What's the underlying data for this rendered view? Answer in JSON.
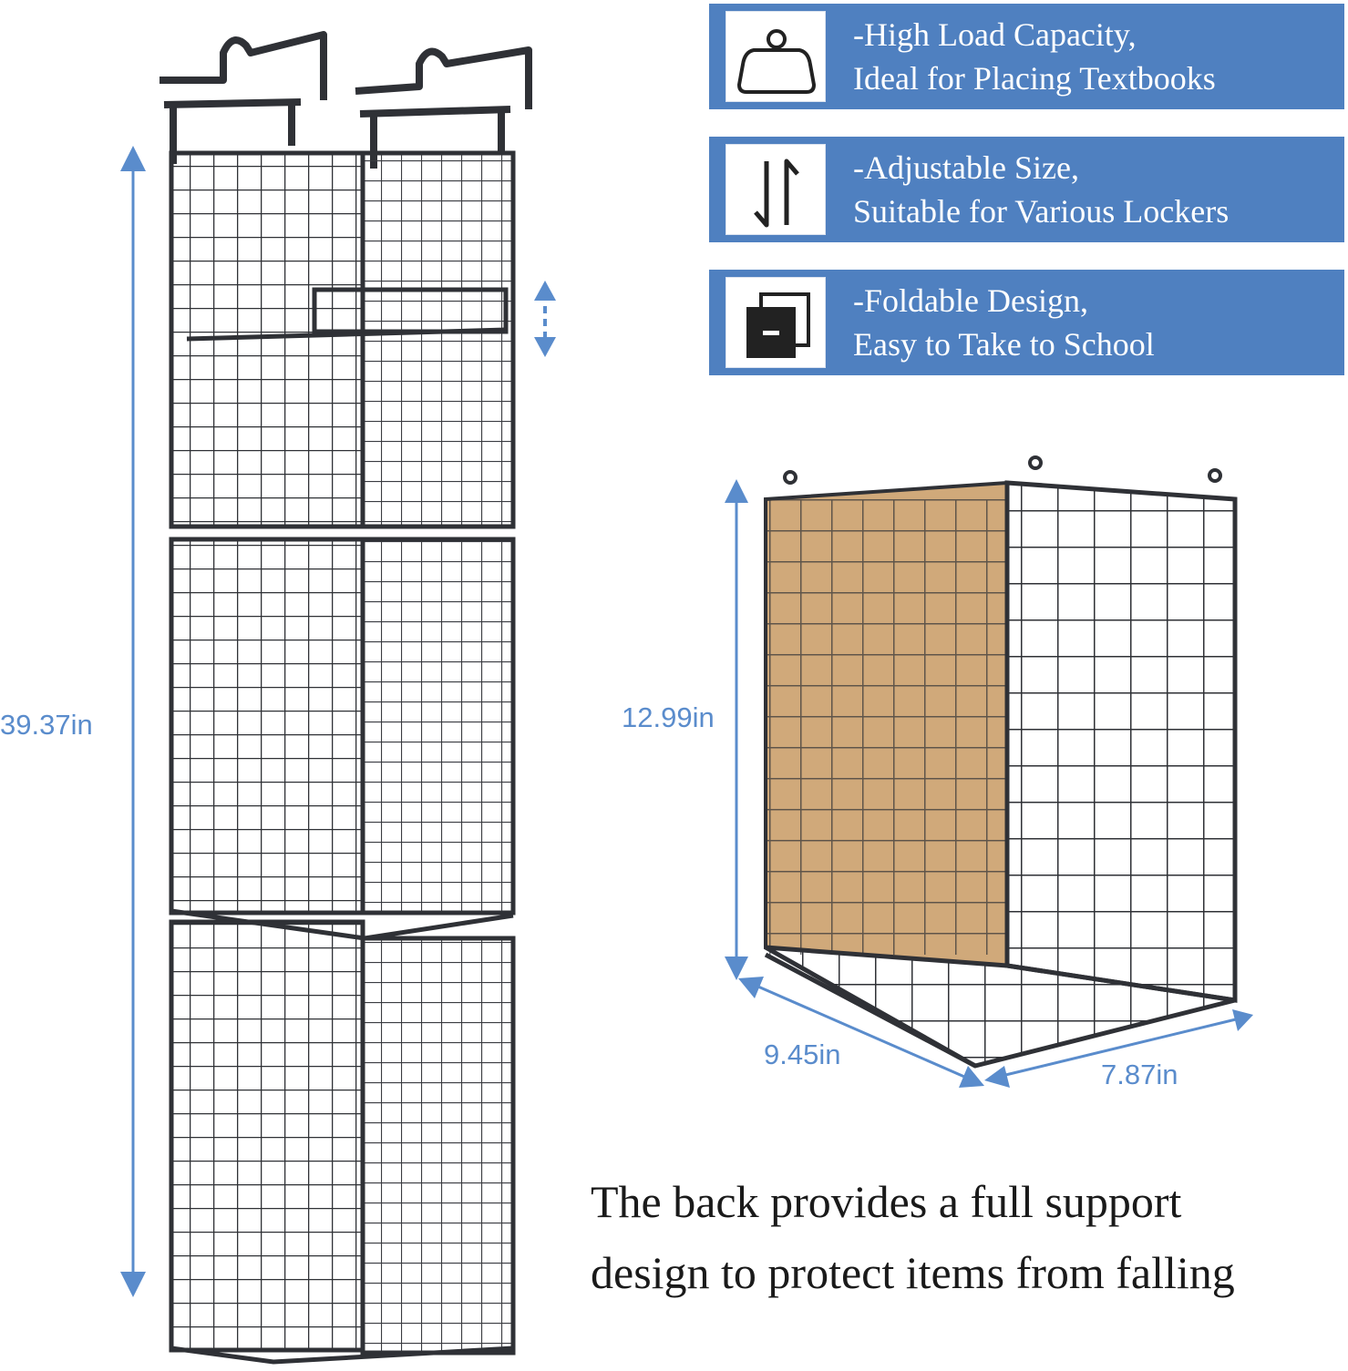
{
  "features": [
    {
      "icon": "weight-icon",
      "line1": "-High Load Capacity,",
      "line2": "Ideal for Placing Textbooks"
    },
    {
      "icon": "adjust-arrows-icon",
      "line1": "-Adjustable Size,",
      "line2": "Suitable for Various Lockers"
    },
    {
      "icon": "fold-layers-icon",
      "line1": "-Foldable Design,",
      "line2": "Easy to Take to School"
    }
  ],
  "dimensions": {
    "total_height": "39.37in",
    "cube_height": "12.99in",
    "cube_depth": "9.45in",
    "cube_width": "7.87in"
  },
  "caption": {
    "line1": "The back provides a full support",
    "line2": "design to protect items from falling"
  },
  "colors": {
    "banner": "#4f80c0",
    "dimension": "#5a8ccc",
    "wire": "#2f3136",
    "back_panel": "#c89a63"
  }
}
